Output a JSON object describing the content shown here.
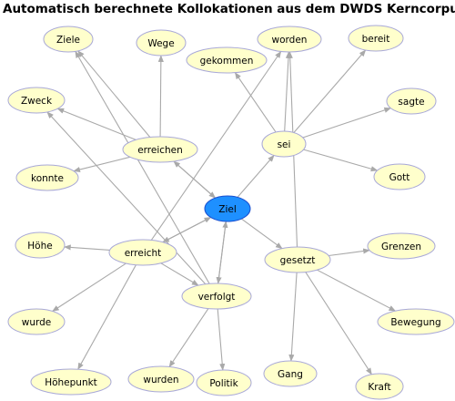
{
  "title": "Automatisch berechnete Kollokationen aus dem DWDS Kerncorpus",
  "colors": {
    "node_fill": "#ffffcc",
    "node_stroke": "#a8a8d8",
    "center_fill": "#1e90ff",
    "center_stroke": "#1a4fd0",
    "edge": "#a9a9a9"
  },
  "center": {
    "id": "ziel",
    "label": "Ziel"
  },
  "nodes": [
    {
      "id": "ziele",
      "label": "Ziele"
    },
    {
      "id": "wege",
      "label": "Wege"
    },
    {
      "id": "worden",
      "label": "worden"
    },
    {
      "id": "bereit",
      "label": "bereit"
    },
    {
      "id": "gekommen",
      "label": "gekommen"
    },
    {
      "id": "zweck",
      "label": "Zweck"
    },
    {
      "id": "sagte",
      "label": "sagte"
    },
    {
      "id": "erreichen",
      "label": "erreichen"
    },
    {
      "id": "sei",
      "label": "sei"
    },
    {
      "id": "konnte",
      "label": "konnte"
    },
    {
      "id": "gott",
      "label": "Gott"
    },
    {
      "id": "hoehe",
      "label": "Höhe"
    },
    {
      "id": "erreicht",
      "label": "erreicht"
    },
    {
      "id": "grenzen",
      "label": "Grenzen"
    },
    {
      "id": "gesetzt",
      "label": "gesetzt"
    },
    {
      "id": "verfolgt",
      "label": "verfolgt"
    },
    {
      "id": "wurde",
      "label": "wurde"
    },
    {
      "id": "bewegung",
      "label": "Bewegung"
    },
    {
      "id": "gang",
      "label": "Gang"
    },
    {
      "id": "hoehepunkt",
      "label": "Höhepunkt"
    },
    {
      "id": "wurden",
      "label": "wurden"
    },
    {
      "id": "politik",
      "label": "Politik"
    },
    {
      "id": "kraft",
      "label": "Kraft"
    }
  ],
  "edges": [
    [
      "ziel",
      "erreichen"
    ],
    [
      "ziel",
      "sei"
    ],
    [
      "ziel",
      "erreicht"
    ],
    [
      "ziel",
      "gesetzt"
    ],
    [
      "ziel",
      "verfolgt"
    ],
    [
      "erreichen",
      "ziel"
    ],
    [
      "erreicht",
      "ziel"
    ],
    [
      "verfolgt",
      "ziel"
    ],
    [
      "erreichen",
      "ziele"
    ],
    [
      "erreichen",
      "wege"
    ],
    [
      "erreichen",
      "zweck"
    ],
    [
      "erreichen",
      "konnte"
    ],
    [
      "sei",
      "worden"
    ],
    [
      "sei",
      "bereit"
    ],
    [
      "sei",
      "sagte"
    ],
    [
      "sei",
      "gott"
    ],
    [
      "sei",
      "gekommen"
    ],
    [
      "erreicht",
      "hoehe"
    ],
    [
      "erreicht",
      "wurde"
    ],
    [
      "erreicht",
      "hoehepunkt"
    ],
    [
      "erreicht",
      "worden"
    ],
    [
      "erreicht",
      "verfolgt"
    ],
    [
      "verfolgt",
      "ziele"
    ],
    [
      "verfolgt",
      "zweck"
    ],
    [
      "verfolgt",
      "wurden"
    ],
    [
      "verfolgt",
      "politik"
    ],
    [
      "gesetzt",
      "worden"
    ],
    [
      "gesetzt",
      "grenzen"
    ],
    [
      "gesetzt",
      "bewegung"
    ],
    [
      "gesetzt",
      "gang"
    ],
    [
      "gesetzt",
      "kraft"
    ]
  ]
}
